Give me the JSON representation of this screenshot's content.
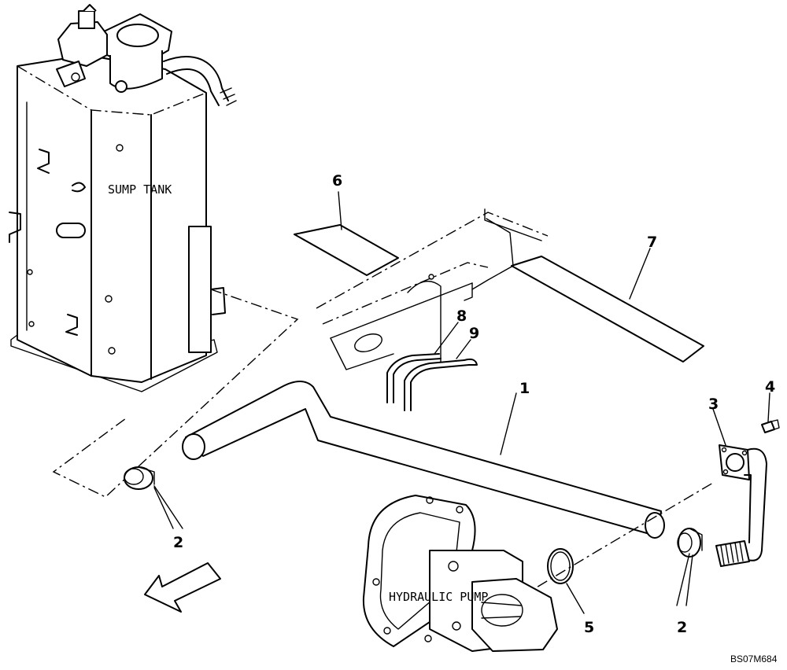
{
  "diagram": {
    "components": {
      "sump_tank": "SUMP TANK",
      "hydraulic_pump": "HYDRAULIC PUMP"
    },
    "callouts": [
      "1",
      "2",
      "2",
      "3",
      "4",
      "5",
      "6",
      "7",
      "8",
      "9"
    ],
    "drawing_reference": "BS07M684"
  }
}
